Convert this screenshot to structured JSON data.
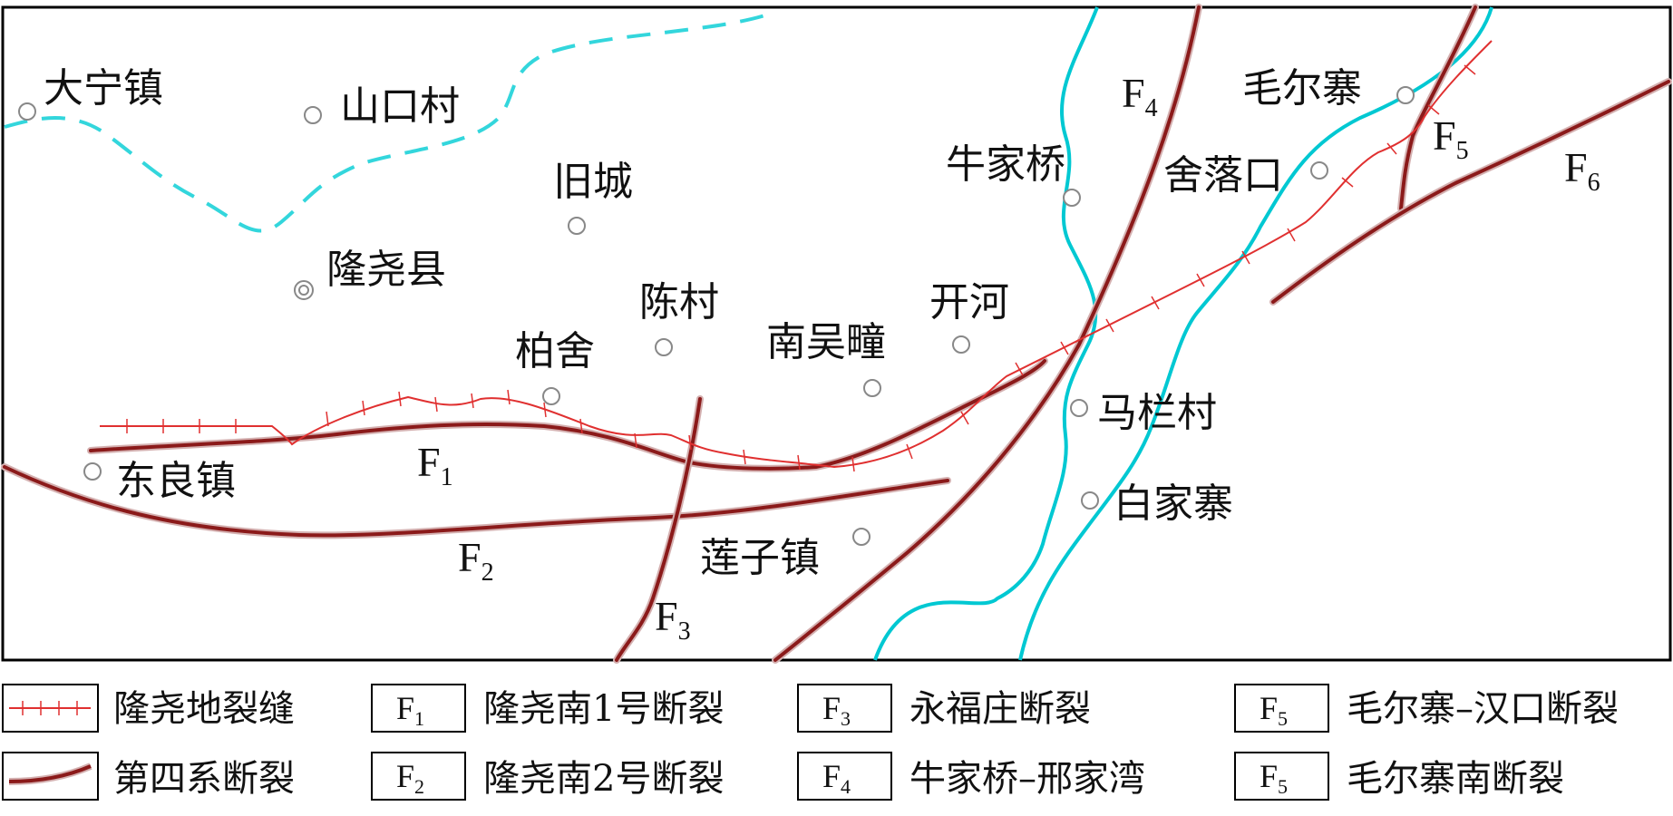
{
  "colors": {
    "fault": "#8b1a1a",
    "fault_shadow": "#d4b0b0",
    "ground_fissure": "#e03030",
    "river": "#00c8d2",
    "dashed_boundary": "#33d6dc",
    "frame": "#000000",
    "town_marker": "#888888"
  },
  "places": [
    {
      "name": "大宁镇",
      "kind": "town"
    },
    {
      "name": "山口村",
      "kind": "town"
    },
    {
      "name": "旧城",
      "kind": "town"
    },
    {
      "name": "隆尧县",
      "kind": "county"
    },
    {
      "name": "陈村",
      "kind": "town"
    },
    {
      "name": "柏舍",
      "kind": "town"
    },
    {
      "name": "南吴疃",
      "kind": "town"
    },
    {
      "name": "开河",
      "kind": "town"
    },
    {
      "name": "牛家桥",
      "kind": "town"
    },
    {
      "name": "舍落口",
      "kind": "town"
    },
    {
      "name": "毛尔寨",
      "kind": "town"
    },
    {
      "name": "马栏村",
      "kind": "town"
    },
    {
      "name": "白家寨",
      "kind": "town"
    },
    {
      "name": "东良镇",
      "kind": "town"
    },
    {
      "name": "莲子镇",
      "kind": "town"
    }
  ],
  "fault_labels": [
    {
      "letter": "F",
      "sub": "1"
    },
    {
      "letter": "F",
      "sub": "2"
    },
    {
      "letter": "F",
      "sub": "3"
    },
    {
      "letter": "F",
      "sub": "4"
    },
    {
      "letter": "F",
      "sub": "5"
    },
    {
      "letter": "F",
      "sub": "6"
    }
  ],
  "legend": {
    "fissure": "隆尧地裂缝",
    "quaternary": "第四系断裂",
    "faults": [
      {
        "letter": "F",
        "sub": "1",
        "name": "隆尧南1号断裂"
      },
      {
        "letter": "F",
        "sub": "2",
        "name": "隆尧南2号断裂"
      },
      {
        "letter": "F",
        "sub": "3",
        "name": "永福庄断裂"
      },
      {
        "letter": "F",
        "sub": "4",
        "name": "牛家桥–邢家湾"
      },
      {
        "letter": "F",
        "sub": "5",
        "name": "毛尔寨–汉口断裂"
      },
      {
        "letter": "F",
        "sub": "5",
        "name": "毛尔寨南断裂"
      }
    ]
  }
}
